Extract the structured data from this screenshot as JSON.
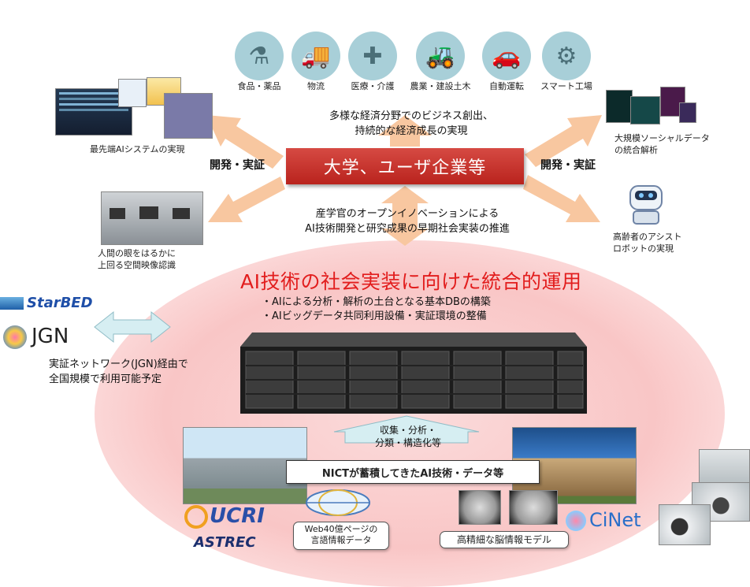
{
  "top_icons": [
    {
      "label": "食品・薬品",
      "icon": "lab-worker-icon"
    },
    {
      "label": "物流",
      "icon": "truck-icon"
    },
    {
      "label": "医療・介護",
      "icon": "medical-worker-icon"
    },
    {
      "label": "農業・建設土木",
      "icon": "tractor-icon"
    },
    {
      "label": "自動運転",
      "icon": "car-icon"
    },
    {
      "label": "スマート工場",
      "icon": "gears-icon"
    }
  ],
  "business_text": [
    "多様な経済分野でのビジネス創出、",
    "持続的な経済成長の実現"
  ],
  "main_banner": "大学、ユーザ企業等",
  "dev_left": "開発・実証",
  "dev_right": "開発・実証",
  "innovation_text": [
    "産学官のオープンイノベーションによる",
    "AI技術開発と研究成果の早期社会実装の推進"
  ],
  "left_items": [
    {
      "label": "最先端AIシステムの実現"
    },
    {
      "label": "人間の眼をはるかに\n上回る空間映像認識"
    }
  ],
  "right_items": [
    {
      "label": "大規模ソーシャルデータ\nの統合解析"
    },
    {
      "label": "高齢者のアシスト\nロボットの実現"
    }
  ],
  "ai_title": "AI技術の社会実装に向けた統合的運用",
  "ai_bullets": [
    "・AIによる分析・解析の土台となる基本DBの構築",
    "・AIビッグデータ共同利用設備・実証環境の整備"
  ],
  "logos": {
    "starbed": "StarBED",
    "jgn": "JGN",
    "ucri": "UCRI",
    "astrec": "ASTREC",
    "cinet": "CiNet"
  },
  "network_text": [
    "実証ネットワーク(JGN)経由で",
    "全国規模で利用可能予定"
  ],
  "collect_text": [
    "収集・分析・",
    "分類・構造化等"
  ],
  "nict_box": "NICTが蓄積してきたAI技術・データ等",
  "web_box": [
    "Web40億ページの",
    "言語情報データ"
  ],
  "brain_box": "高精細な脳情報モデル",
  "colors": {
    "banner": "#c8302a",
    "ai_title": "#e21d1d",
    "arrow": "#f8c7a0",
    "icon_circle": "#a8cfd8",
    "up_arrow": "#d6eef2"
  }
}
